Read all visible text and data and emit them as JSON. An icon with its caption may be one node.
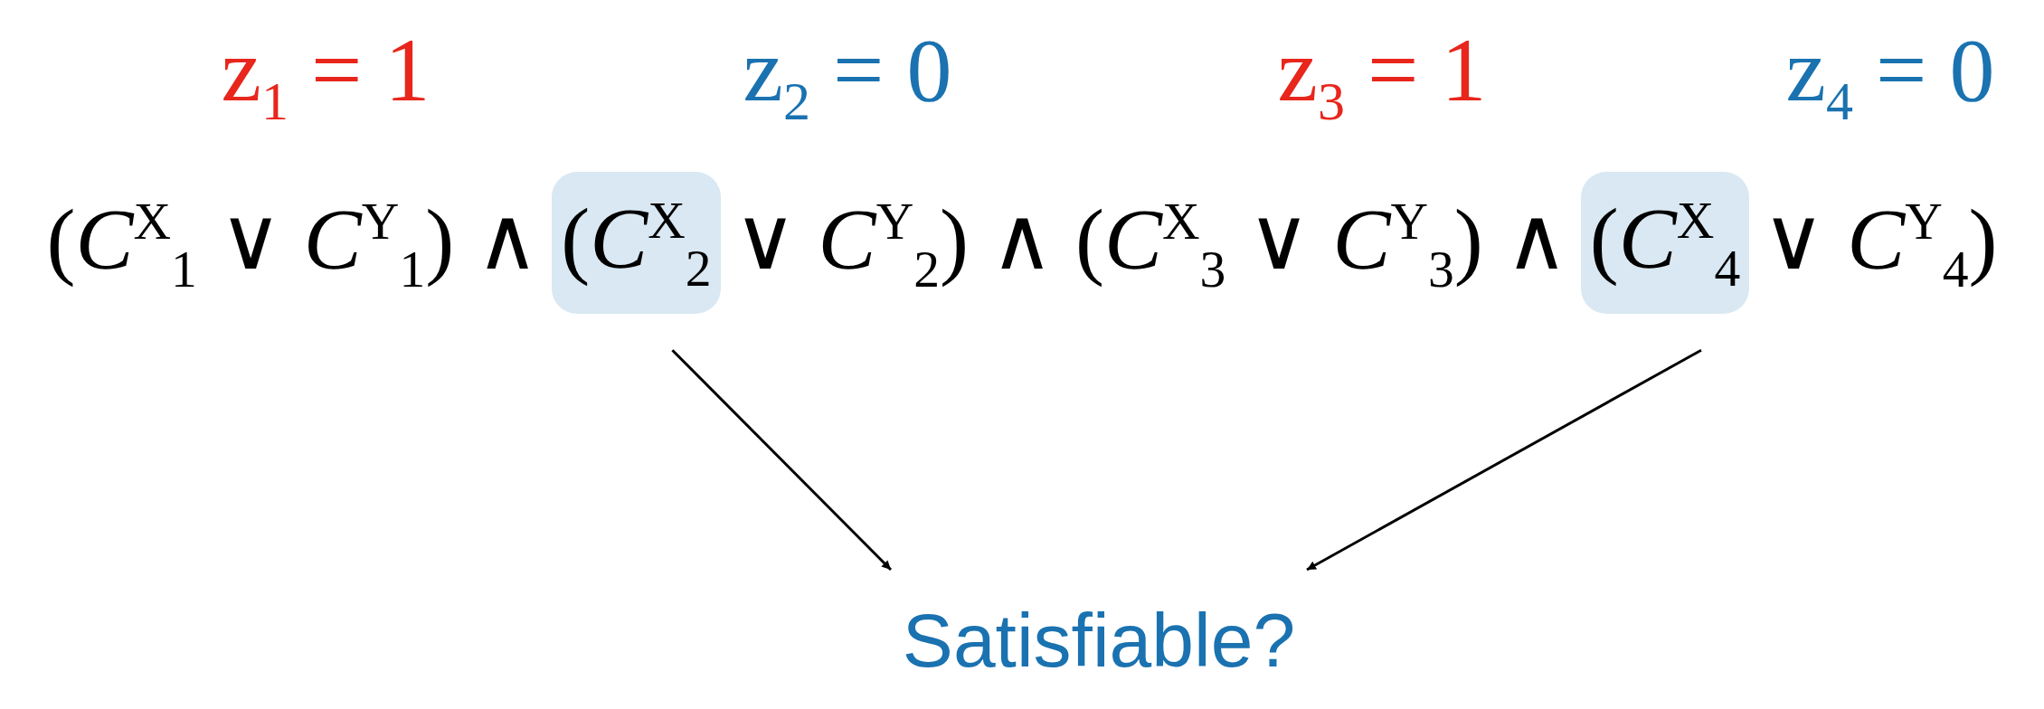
{
  "diagram": {
    "nodes": [
      {
        "text": [
          "(*C*$^{X}$$_{2}$"
        ]
      },
      {
        "text": [
          "(*C*$^{X}$$_{4}$"
        ]
      },
      {
        "text": [
          "Satisfiable?"
        ]
      }
    ],
    "edges": [
      {
        "from": 0,
        "to": 2,
        "arrow": "to"
      },
      {
        "from": 1,
        "to": 2,
        "arrow": "to"
      }
    ],
    "labels": [
      "z$_{1}$ = 1",
      "z$_{2}$ = 0",
      "z$_{3}$ = 1",
      "z$_{4}$ = 0",
      "(*C*$^{X}$$_{1}$ ∨ *C*$^{Y}$$_{1}$) ∧",
      "∨ *C*$^{Y}$$_{2}$) ∧ (*C*$^{X}$$_{3}$ ∨ *C*$^{Y}$$_{3}$) ∧",
      "∨ *C*$^{Y}$$_{4}$)"
    ]
  }
}
